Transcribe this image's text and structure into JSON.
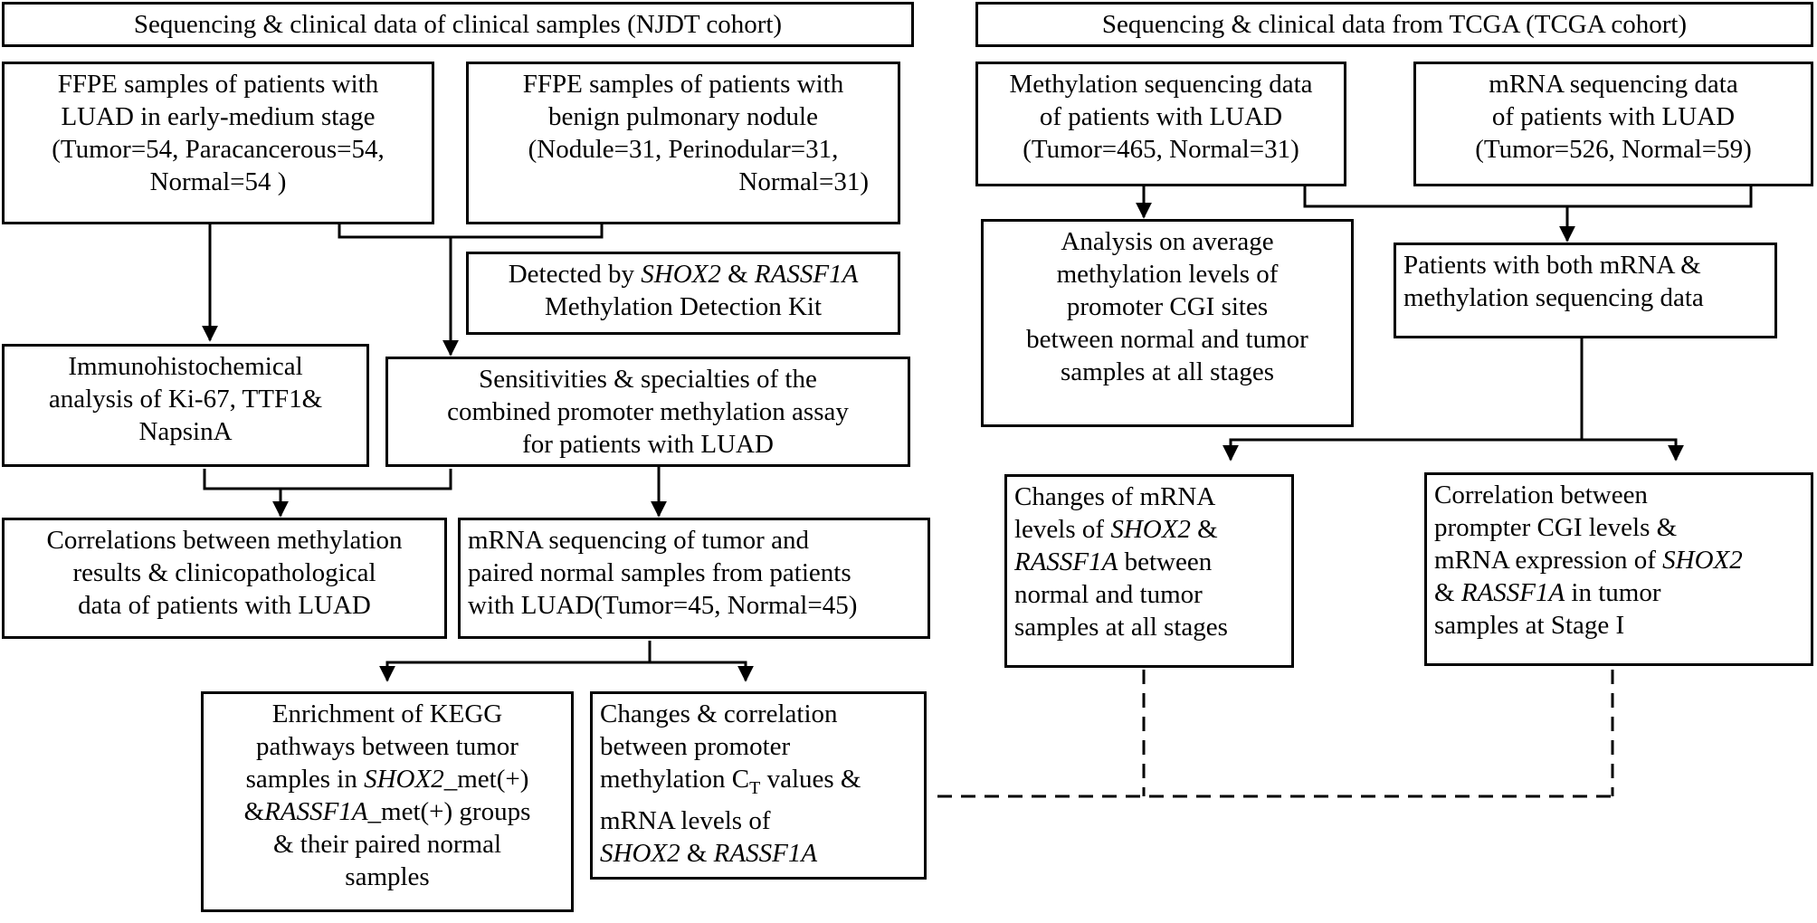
{
  "headers": {
    "njdt": "Sequencing & clinical data of clinical samples (NJDT cohort)",
    "tcga": "Sequencing & clinical data from TCGA (TCGA cohort)"
  },
  "nodes": {
    "ffpe_luad": [
      "FFPE samples of patients with",
      "LUAD in early-medium stage",
      "(Tumor=54, Paracancerous=54,",
      "Normal=54 )"
    ],
    "ffpe_benign": [
      "FFPE samples of patients with",
      "benign pulmonary nodule",
      "(Nodule=31, Perinodular=31,",
      "Normal=31)"
    ],
    "detected_by": {
      "prefix": "Detected by ",
      "gene1": "SHOX2",
      "amp": " & ",
      "gene2": "RASSF1A",
      "line2": "Methylation Detection Kit"
    },
    "ihc": [
      "Immunohistochemical",
      "analysis of Ki-67, TTF1&",
      "NapsinA"
    ],
    "sensitivities": [
      "Sensitivities & specialties of the",
      "combined promoter methylation assay",
      "for patients with LUAD"
    ],
    "correlations": [
      "Correlations between methylation",
      "results & clinicopathological",
      "data of patients with LUAD"
    ],
    "mrna_seq": [
      "mRNA sequencing of tumor and",
      "paired normal samples from patients",
      "with LUAD(Tumor=45, Normal=45)"
    ],
    "kegg": {
      "l1": "Enrichment of KEGG",
      "l2": "pathways between tumor",
      "l3a": "samples in ",
      "l3g": "SHOX2",
      "l3b": "_met(+)",
      "l4a": "&",
      "l4g": "RASSF1A",
      "l4b": "_met(+) groups",
      "l5": "& their paired normal",
      "l6": "samples"
    },
    "changes_corr": {
      "l1": "Changes & correlation",
      "l2": "between promoter",
      "l3a": "methylation C",
      "l3sub": "T",
      "l3b": " values &",
      "l4": "mRNA levels of",
      "l5g1": "SHOX2",
      "l5amp": " & ",
      "l5g2": "RASSF1A"
    },
    "meth_seq": [
      "Methylation sequencing data",
      "of patients with LUAD",
      "(Tumor=465, Normal=31)"
    ],
    "mrna_tcga": [
      "mRNA sequencing data",
      "of patients with LUAD",
      "(Tumor=526, Normal=59)"
    ],
    "avg_meth": [
      "Analysis on average",
      "methylation levels of",
      "promoter CGI sites",
      "between normal and tumor",
      "samples at all stages"
    ],
    "both_data": [
      "Patients with both mRNA &",
      "methylation sequencing data"
    ],
    "changes_mrna": {
      "l1": "Changes of mRNA",
      "l2a": "levels of ",
      "l2g": "SHOX2",
      "l2b": " &",
      "l3g": "RASSF1A",
      "l3b": " between",
      "l4": "normal and tumor",
      "l5": "samples at all stages"
    },
    "corr_cgi": {
      "l1": "Correlation between",
      "l2": "prompter CGI levels &",
      "l3a": "mRNA expression of ",
      "l3g": "SHOX2",
      "l4a": "& ",
      "l4g": "RASSF1A",
      "l4b": " in tumor",
      "l5": "samples at Stage I"
    }
  },
  "colors": {
    "stroke": "#000000",
    "background": "#ffffff"
  }
}
